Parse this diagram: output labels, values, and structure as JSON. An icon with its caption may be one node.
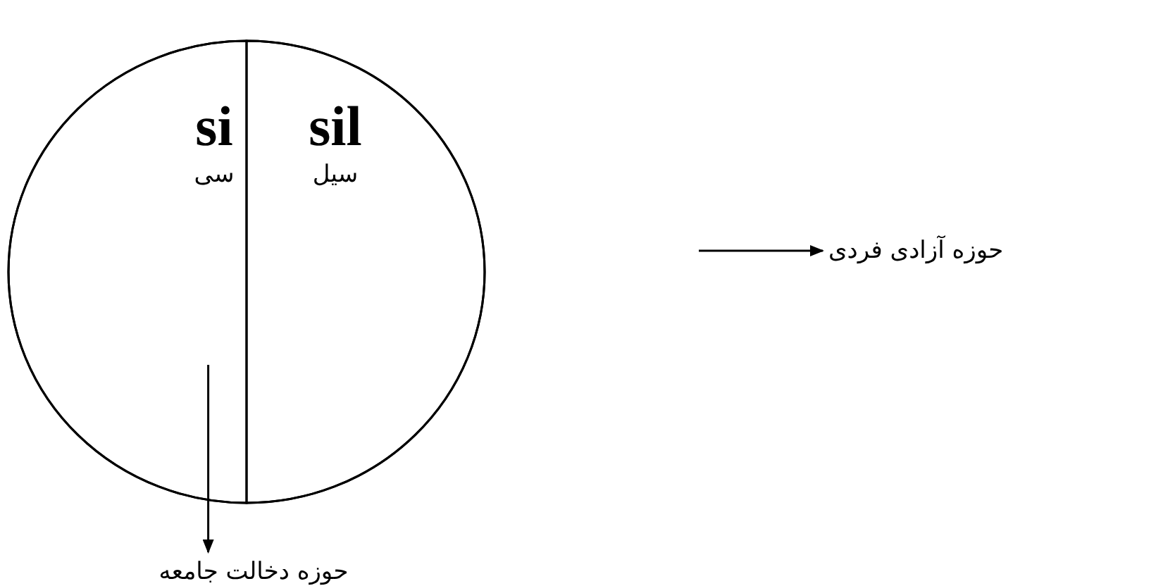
{
  "diagram": {
    "nodes": [
      {
        "text": [],
        "shape": "ellipse"
      },
      {
        "text": [
          "si",
          "سی"
        ],
        "in": 0
      },
      {
        "text": [
          "sil",
          "سیل"
        ],
        "in": 0
      },
      {
        "text": [
          "حوزه دخالت جامعه"
        ]
      },
      {
        "text": [
          "حوزه آزادی فردی"
        ]
      }
    ],
    "edges": [
      {
        "from": 1,
        "to": 3,
        "arrow": "to"
      },
      {
        "from": null,
        "to": 4,
        "arrow": "to"
      }
    ]
  }
}
